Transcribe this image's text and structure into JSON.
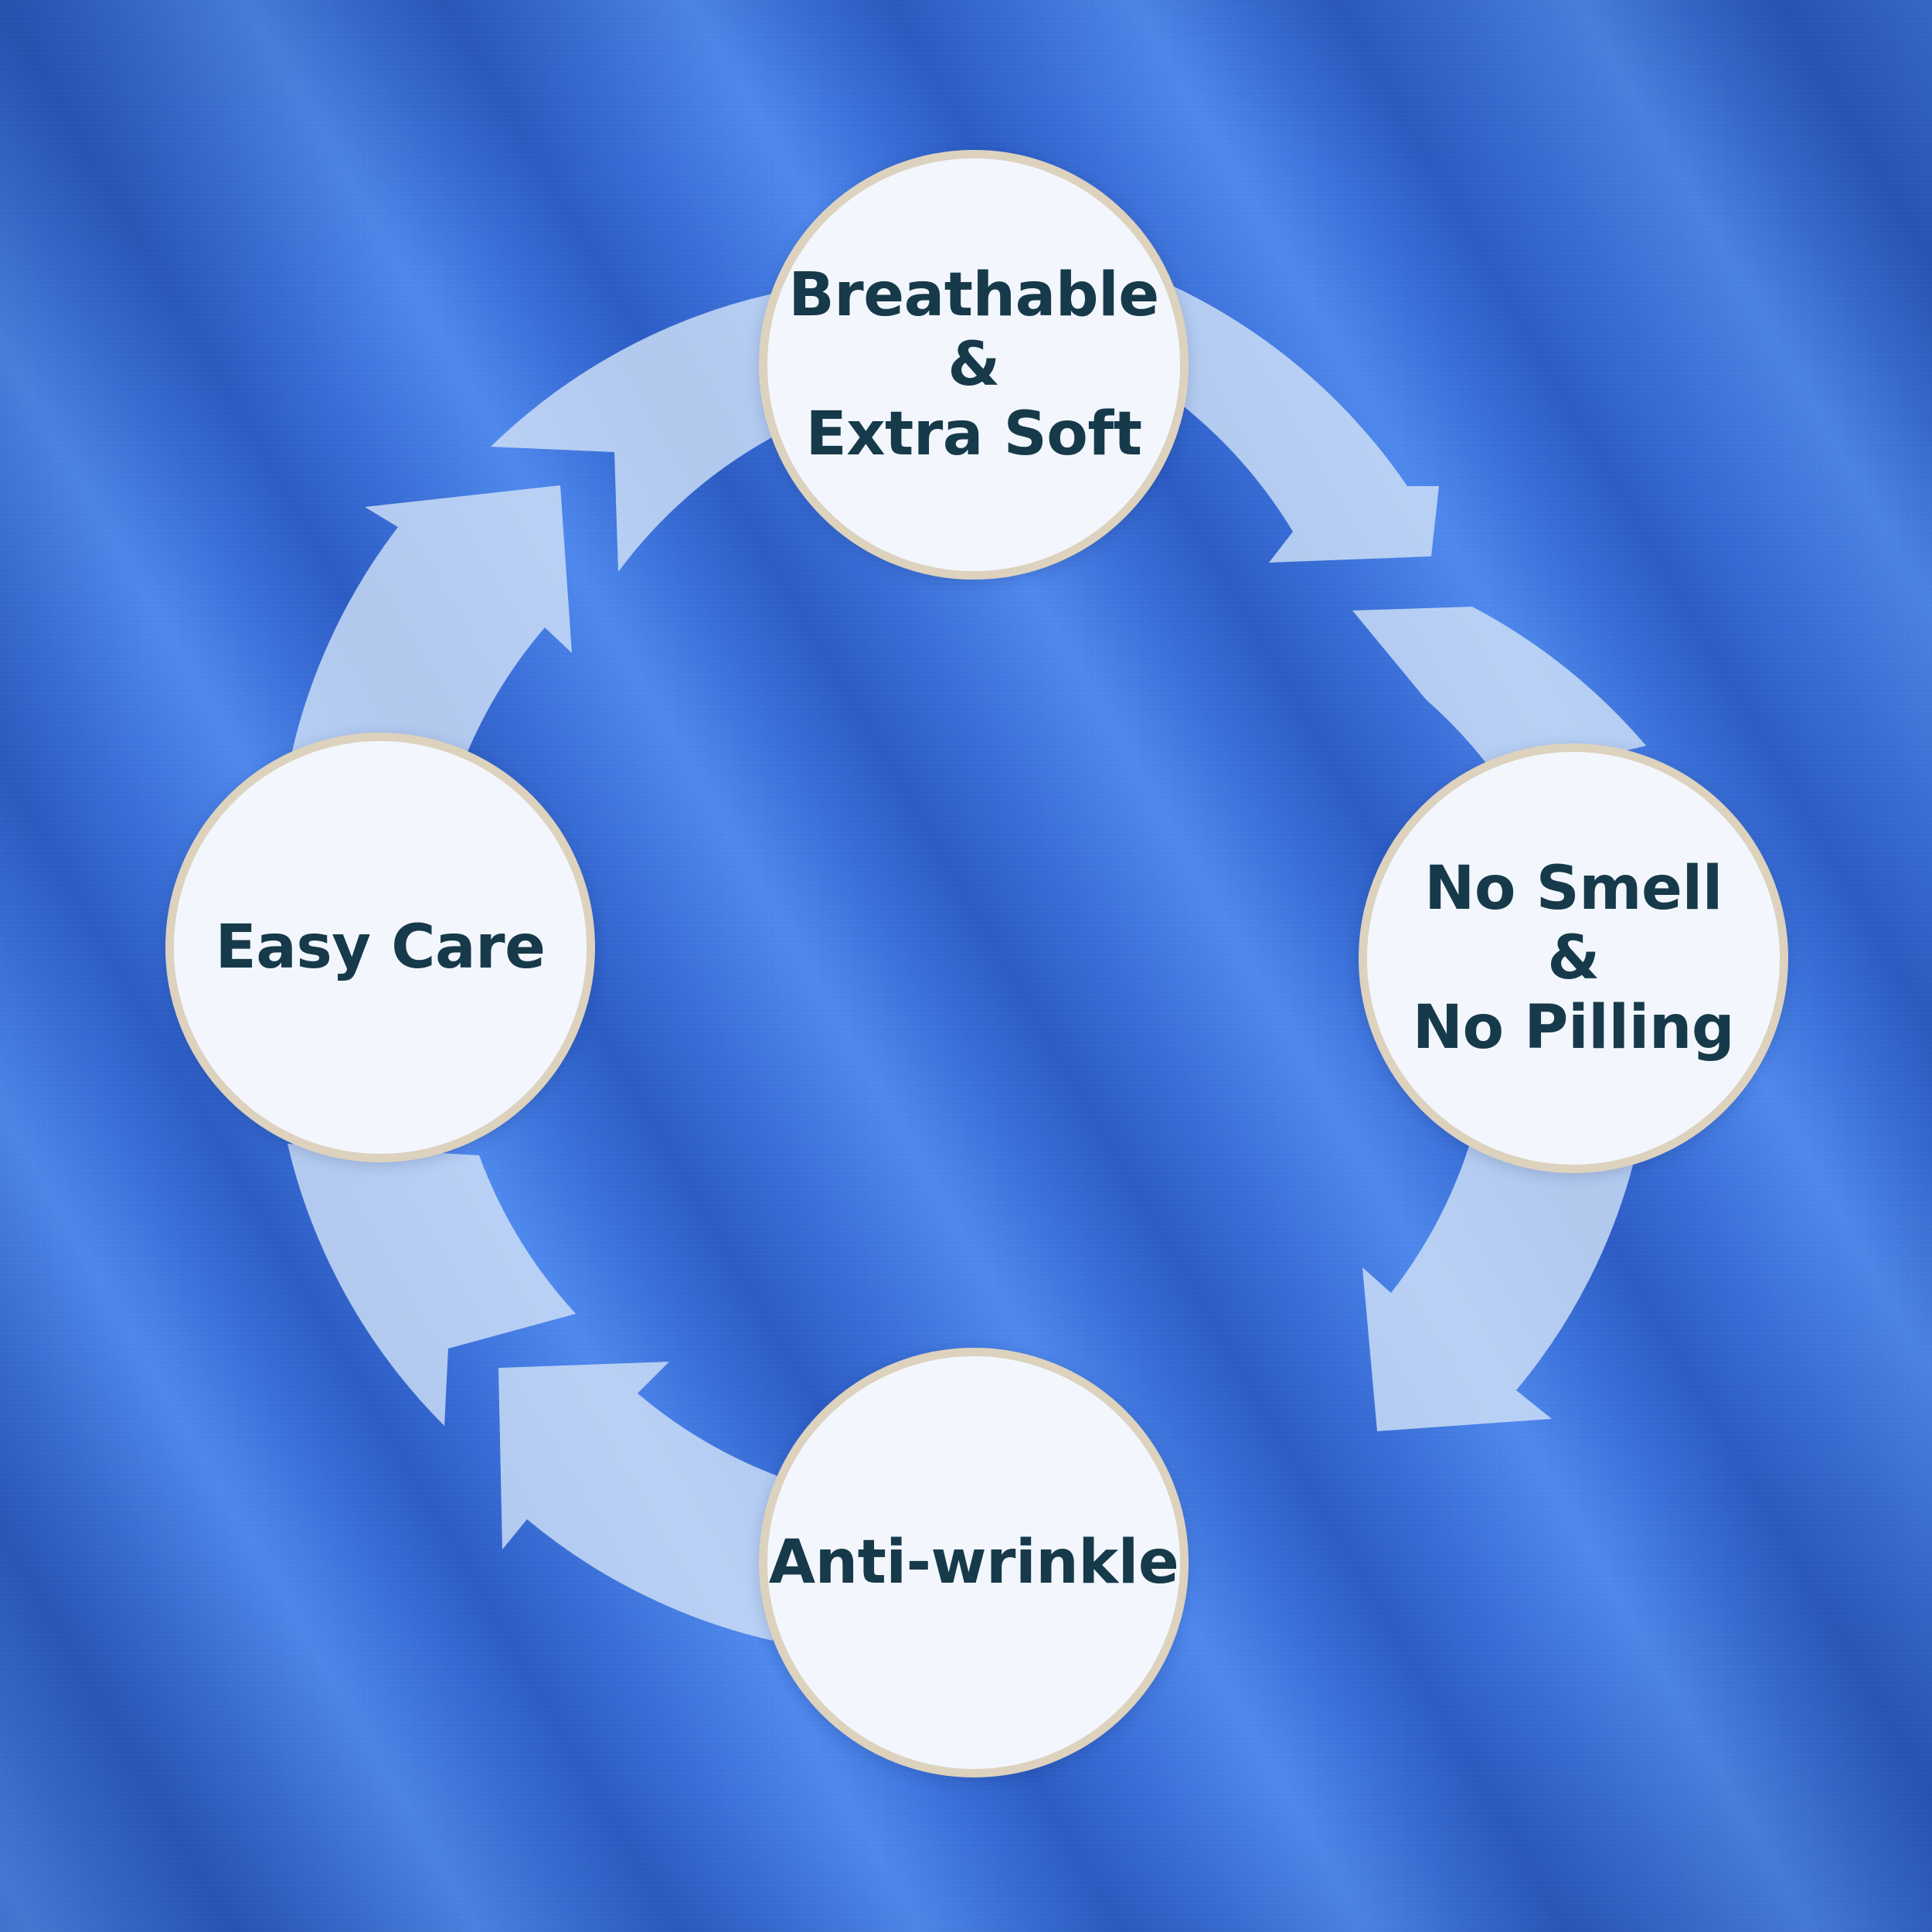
{
  "diagram": {
    "features": [
      {
        "id": "top",
        "lines": [
          "Breathable",
          "&",
          "Extra Soft"
        ]
      },
      {
        "id": "right",
        "lines": [
          "No Smell",
          "&",
          "No Pilling"
        ]
      },
      {
        "id": "bottom",
        "lines": [
          "Anti-wrinkle"
        ]
      },
      {
        "id": "left",
        "lines": [
          "Easy Care"
        ]
      }
    ]
  },
  "colors": {
    "fabric_base": "#3a6fd8",
    "fabric_light": "#4a84ea",
    "fabric_dark": "#2858c0",
    "arrow_fill": "#cfe0f7",
    "circle_fill": "#f3f7fd",
    "circle_border": "#ddd2be",
    "text": "#173a4a"
  },
  "icons": {
    "cycle_arrows": "curved-arrow-icon"
  }
}
